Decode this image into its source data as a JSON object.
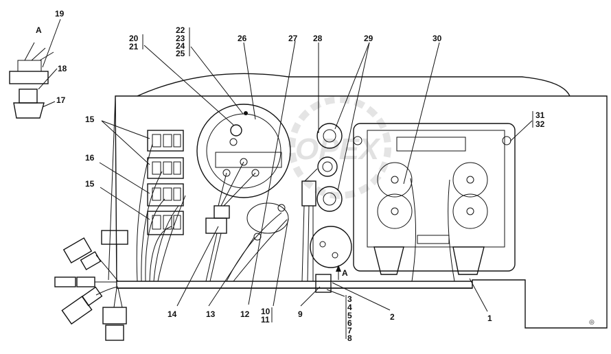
{
  "view_label": "A",
  "watermark": "OPEX",
  "callouts": {
    "c1": "1",
    "c2": "2",
    "c9": "9",
    "c12": "12",
    "c13": "13",
    "c14": "14",
    "c15a": "15",
    "c15b": "15",
    "c16": "16",
    "c17": "17",
    "c18": "18",
    "c19": "19",
    "c26": "26",
    "c27": "27",
    "c28": "28",
    "c29": "29",
    "c30": "30",
    "g20": [
      "20",
      "21"
    ],
    "g22": [
      "22",
      "23",
      "24",
      "25"
    ],
    "g31": [
      "31",
      "32"
    ],
    "g10": [
      "10",
      "11"
    ],
    "g3": [
      "3",
      "4",
      "5",
      "6",
      "7",
      "8"
    ]
  },
  "arrow_label": "A"
}
